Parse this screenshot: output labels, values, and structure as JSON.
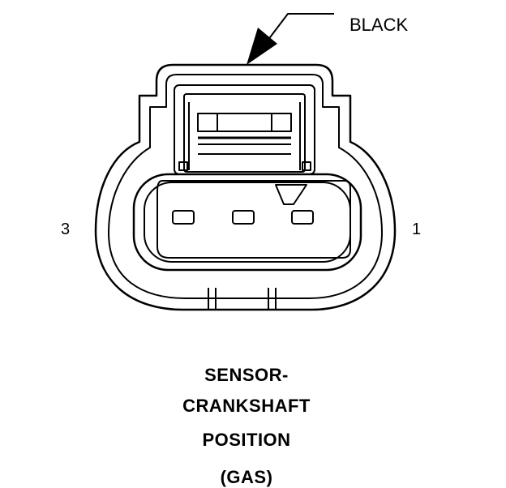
{
  "connector": {
    "color_label": "BLACK",
    "pins": {
      "left": "3",
      "right": "1"
    },
    "pin_count": 3
  },
  "caption": {
    "line1": "SENSOR-",
    "line2": "CRANKSHAFT",
    "line3": "POSITION",
    "line4": "(GAS)"
  }
}
